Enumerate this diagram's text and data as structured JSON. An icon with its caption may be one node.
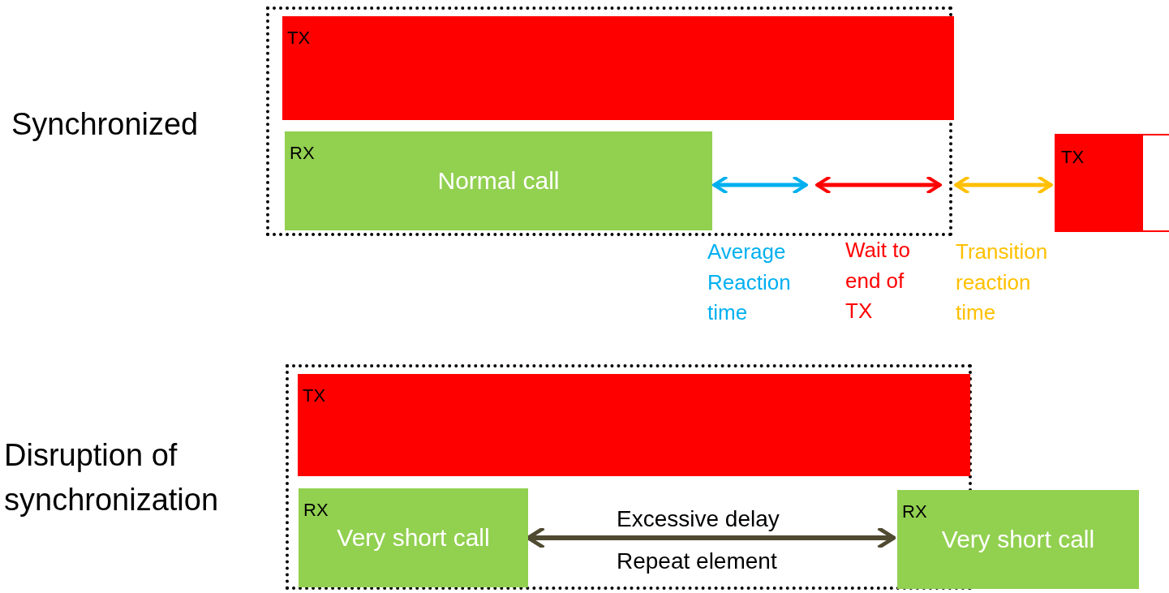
{
  "diagram": {
    "nodes": [
      {
        "text": [],
        "shape": "box"
      },
      {
        "text": [
          "TX"
        ],
        "in": 0
      },
      {
        "text": [
          "RX",
          "Normal call"
        ],
        "in": 0
      },
      {
        "text": [
          "TX"
        ]
      },
      {
        "text": [],
        "shape": "box"
      },
      {
        "text": [
          "TX"
        ],
        "in": 4
      },
      {
        "text": [
          "RX",
          "Very short call"
        ],
        "in": 4
      },
      {
        "text": [
          "RX",
          "Very short call"
        ]
      }
    ],
    "edges": [
      {
        "from": 6,
        "to": 7,
        "arrow": "both",
        "label": "Excessive delay",
        "color": "#4f4a30"
      },
      {
        "from": 0,
        "to": 3,
        "arrow": "both",
        "color": "#ffc000"
      }
    ],
    "labels": [
      "Synchronized",
      "Average Reaction time",
      "Wait to end of TX",
      "Transition reaction time",
      "Disruption of synchronization",
      "Repeat element"
    ]
  }
}
